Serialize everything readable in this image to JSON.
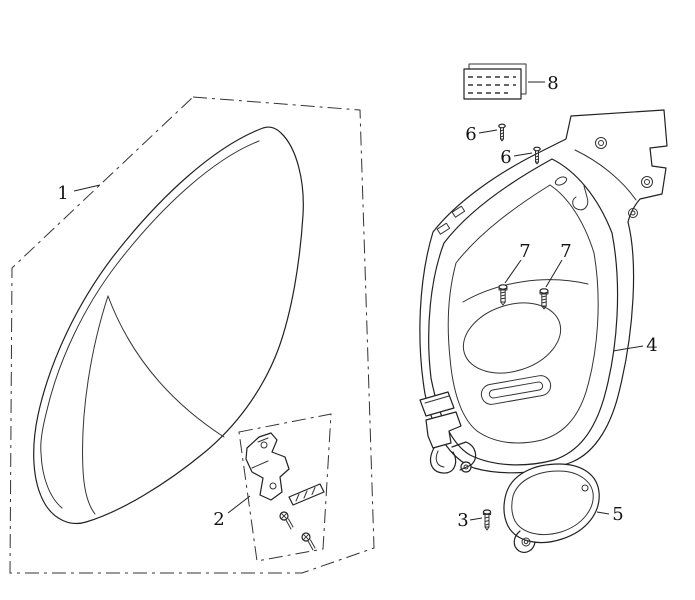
{
  "diagram": {
    "background_color": "#ffffff",
    "line_color": "#222222",
    "callouts": [
      {
        "target": "seat",
        "label": "1"
      },
      {
        "target": "seat-lock-kit",
        "label": "2"
      },
      {
        "target": "cover-screw",
        "label": "3"
      },
      {
        "target": "storage-box",
        "label": "4"
      },
      {
        "target": "cover-plate",
        "label": "5"
      },
      {
        "target": "upper-screw-a",
        "label": "6"
      },
      {
        "target": "upper-screw-b",
        "label": "6"
      },
      {
        "target": "inner-screw-a",
        "label": "7"
      },
      {
        "target": "inner-screw-b",
        "label": "7"
      },
      {
        "target": "label-plate",
        "label": "8"
      }
    ]
  }
}
